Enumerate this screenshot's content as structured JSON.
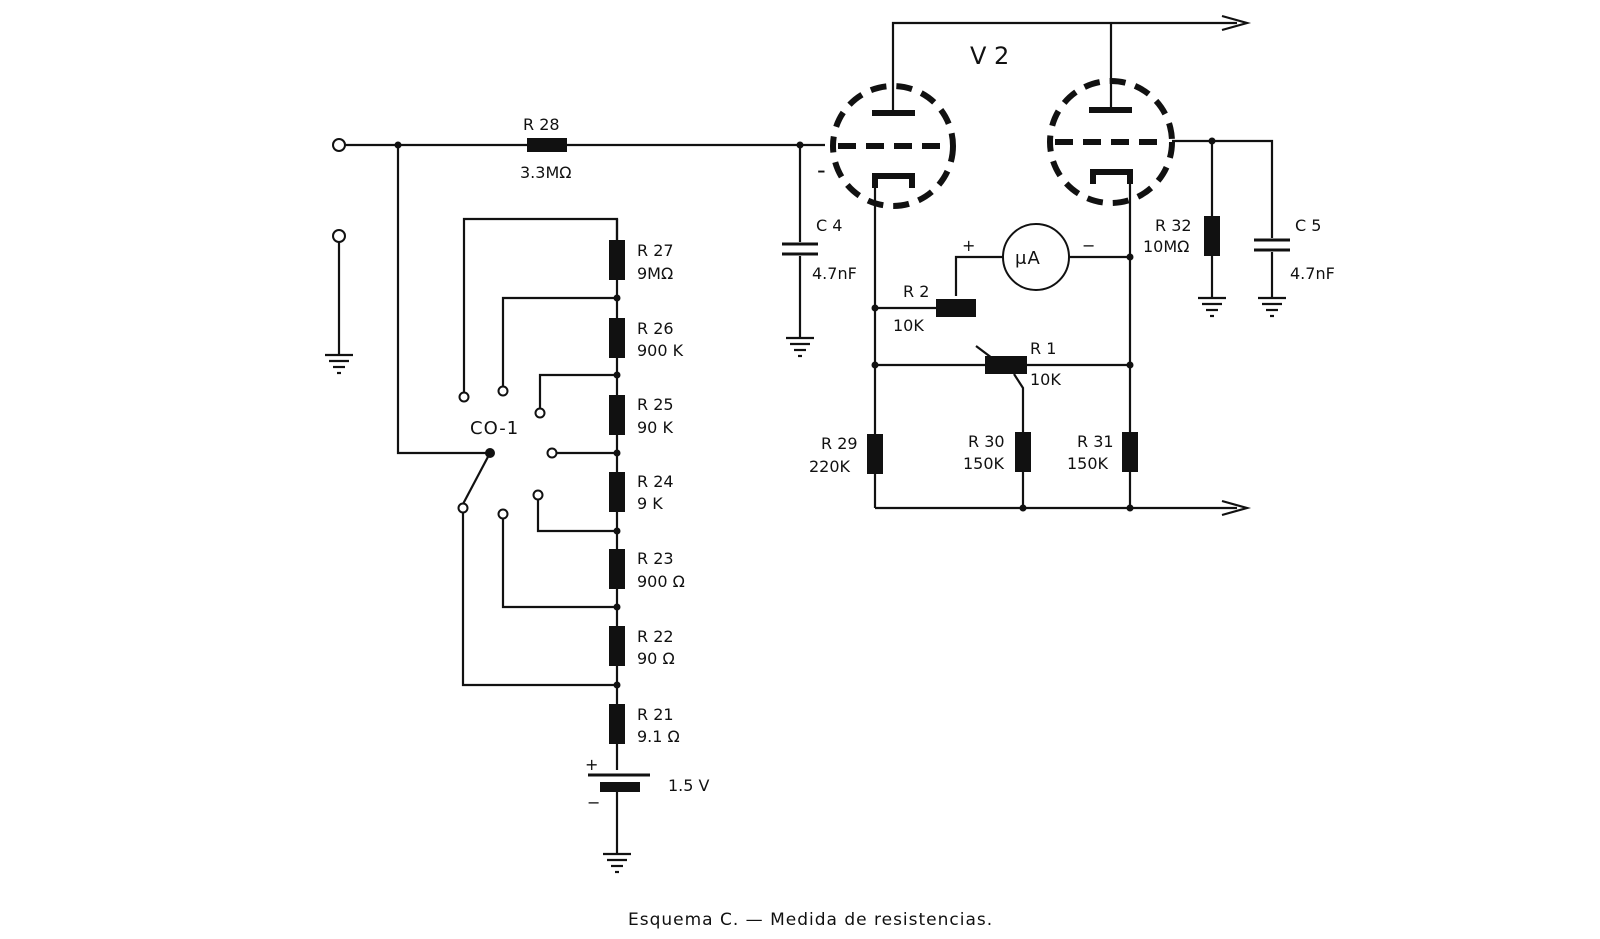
{
  "labels": {
    "r28_name": "R 28",
    "r28_value": "3.3MΩ",
    "v2": "V 2",
    "c4_name": "C 4",
    "c4_value": "4.7nF",
    "c5_name": "C 5",
    "c5_value": "4.7nF",
    "r32_name": "R 32",
    "r32_value": "10MΩ",
    "r2_name": "R 2",
    "r2_value": "10K",
    "r1_name": "R 1",
    "r1_value": "10K",
    "r29_name": "R 29",
    "r29_value": "220K",
    "r30_name": "R 30",
    "r30_value": "150K",
    "r31_name": "R 31",
    "r31_value": "150K",
    "r27_name": "R 27",
    "r27_value": "9MΩ",
    "r26_name": "R 26",
    "r26_value": "900 K",
    "r25_name": "R 25",
    "r25_value": "90 K",
    "r24_name": "R 24",
    "r24_value": "9 K",
    "r23_name": "R 23",
    "r23_value": "900 Ω",
    "r22_name": "R 22",
    "r22_value": "90 Ω",
    "r21_name": "R 21",
    "r21_value": "9.1 Ω",
    "switch": "CO-1",
    "battery_value": "1.5 V",
    "battery_plus": "+",
    "battery_minus": "−",
    "meter": "μA",
    "meter_plus": "+",
    "meter_minus": "−",
    "grid_minus": "-"
  },
  "caption": "Esquema C. — Medida de resistencias."
}
